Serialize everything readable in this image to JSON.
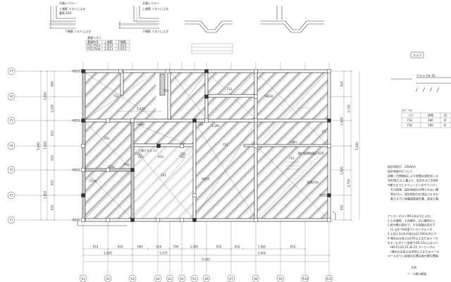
{
  "drawing": {
    "grid_x": [
      "X1",
      "X2",
      "X3",
      "X4",
      "G1",
      "X5",
      "G1",
      "X6",
      "X7",
      "X8",
      "X9",
      "X10",
      "X11"
    ],
    "grid_y": [
      "Y7",
      "Y6",
      "Y5",
      "Y4",
      "Y3",
      "Y2",
      "Y1"
    ],
    "dims_bottom_row1": [
      "910",
      "910",
      "665",
      "910",
      "700",
      "1,365",
      "910",
      "455",
      "1,365",
      "910"
    ],
    "dims_bottom_row2": [
      "1,820",
      "2,275",
      "5,005"
    ],
    "dims_bottom_total": "9,100",
    "dims_left_total": "5,460",
    "dims_left_row2": [
      "1,820",
      "1,820",
      "1,820"
    ],
    "dims_left_row3": [
      "800",
      "1,220",
      "910",
      "910",
      "910",
      "910"
    ],
    "dims_right_row1": [
      "910",
      "1,820",
      "1,820",
      "910"
    ],
    "dims_right_row2": [
      "2,730",
      "2,730"
    ],
    "dims_right_total": "5,460",
    "slab_labels": [
      "FS1",
      "FS1",
      "FS1",
      "FS1",
      "FS1",
      "FS1",
      "FS2",
      "FS1a",
      "FS1a",
      "FS1a",
      "FS1a",
      "FS4a",
      "FS2",
      "FS2",
      "FG"
    ],
    "hd_label": "HD15",
    "hd20_label": "HD20",
    "dim_inner": [
      "1,470",
      "665",
      "910",
      "700",
      "1,365"
    ],
    "notes_inner": [
      "上端ともえ ｽﾗﾌﾞ",
      "人通口",
      "開口部補強筋2-D10",
      "配筋方向"
    ]
  },
  "details": {
    "labels": [
      "天端レベラー",
      "上端筋 リストによる",
      "下端筋 リストによる",
      "腹筋 D10",
      "基礎リスト"
    ],
    "table_headers": [
      "基礎符号",
      "上端筋",
      "下端筋"
    ],
    "table_rows": [
      [
        "FS1,FS1a",
        "1-D13",
        "1-D13"
      ],
      [
        "FS2,FS4a",
        "2-D13",
        "2-D13"
      ]
    ]
  },
  "right_panel": {
    "section_title": "スラブ",
    "slab_note": "ワスラブ外-50",
    "slab_list_title": "ｽﾗﾌﾞ ﾘｽﾄ",
    "slab_table_headers": [
      "ｽﾗﾌﾞ",
      "版厚",
      "短"
    ],
    "slab_table_rows": [
      [
        "FS1",
        "180",
        "D"
      ],
      [
        "FS2",
        "180",
        "D"
      ]
    ],
    "notes1": [
      "設計地耐力　20kN/㎡",
      "設計地耐力について",
      "試験・目視確認により地盤は液状化しな",
      "令93条ただし書より、安全をみて20kN",
      "※着工までにスウェーデン式サウンディ",
      "　その結果、設計地耐力が得られない場",
      "　等を行い、設計地耐力を満足させるも",
      "　着工までに地盤調査報告書、改良工事"
    ],
    "notes2": [
      "アンカーボルトM12は以下による。",
      "1.土台端部、土台継手、仕口箇所の上",
      "2.耐力壁の部分で、その両端の柱の下",
      "　(1.以外でHD用アンカーボルトが",
      "3.上記1,2以外の部分は2,000以内とす",
      "4.埋め込み長さは250以上またはメーカ",
      "※ホールダウン金物でHD-15以上はコン",
      "　HD-15,20,25,30,35 アンカーボル",
      "　(埋め込み長さは360以上またはメーカ",
      "ホールダウン金物の位置は耐力壁位置図"
    ],
    "legend_title": "凡例",
    "legend_item": "人通口補強"
  }
}
